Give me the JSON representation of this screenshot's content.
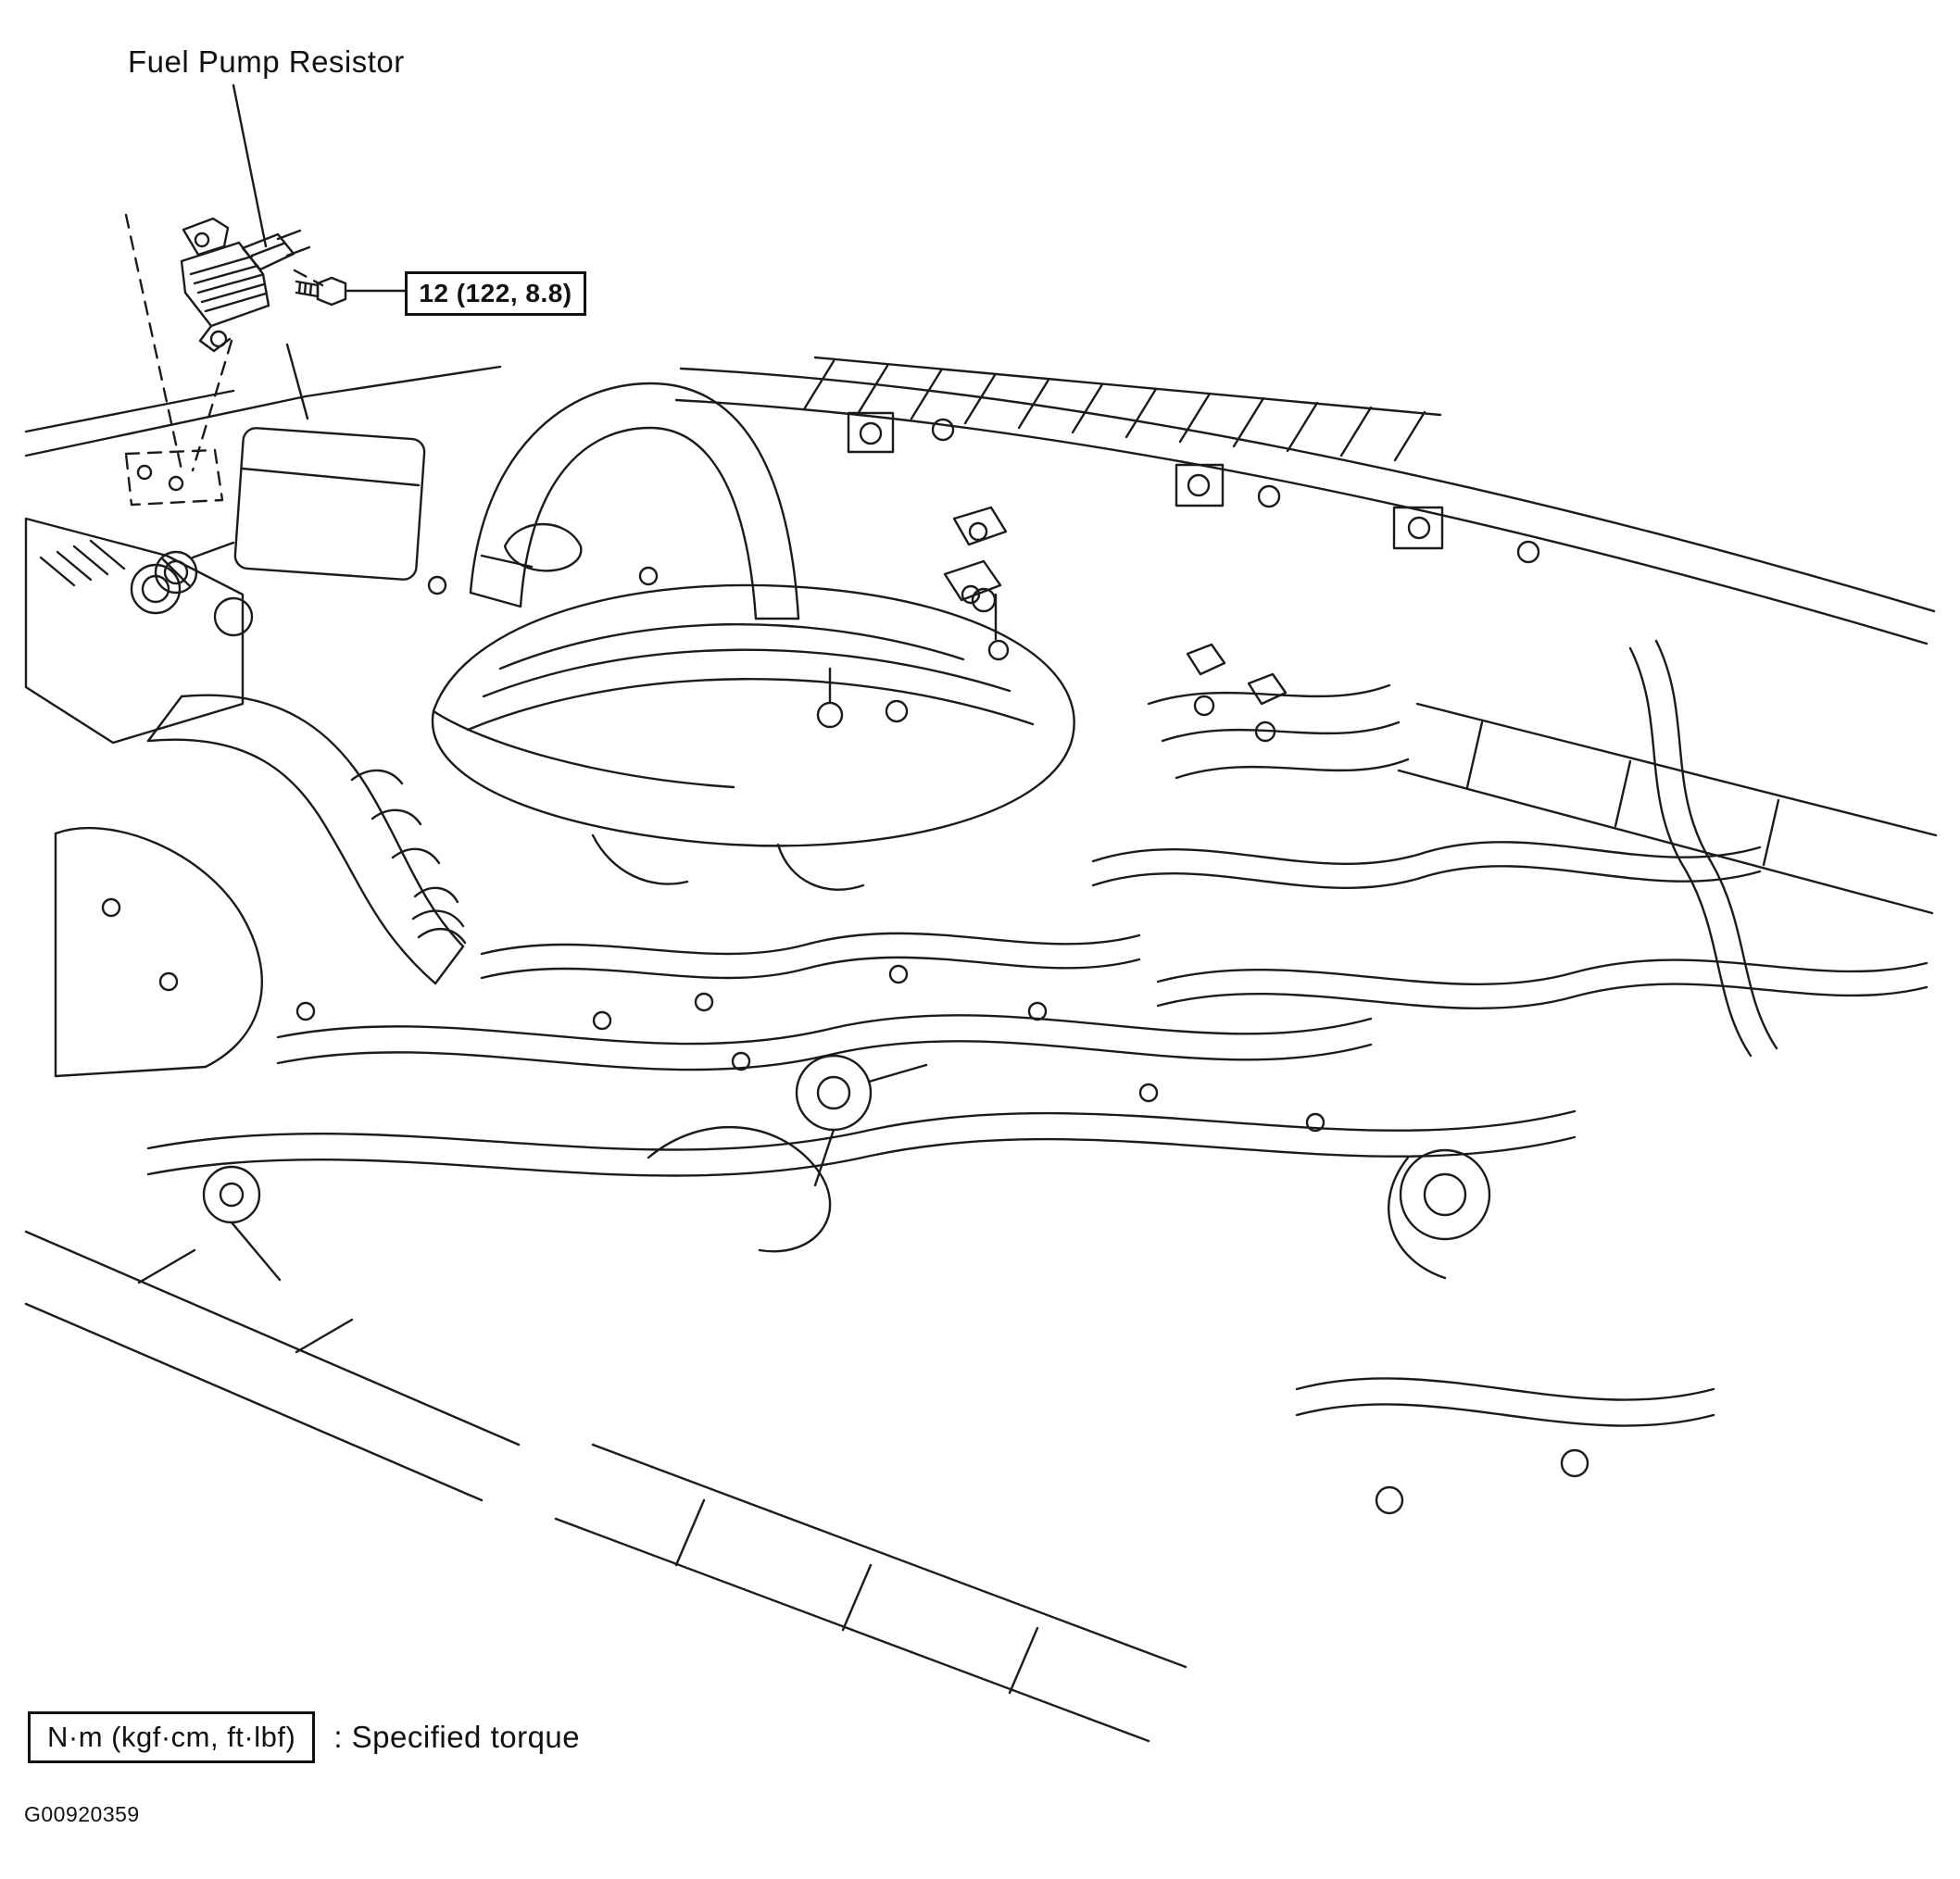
{
  "diagram": {
    "callout_label": "Fuel Pump Resistor",
    "torque_value": "12 (122, 8.8)",
    "legend_units": "N·m (kgf·cm, ft·lbf)",
    "legend_text": ": Specified torque",
    "figure_id": "G00920359"
  }
}
